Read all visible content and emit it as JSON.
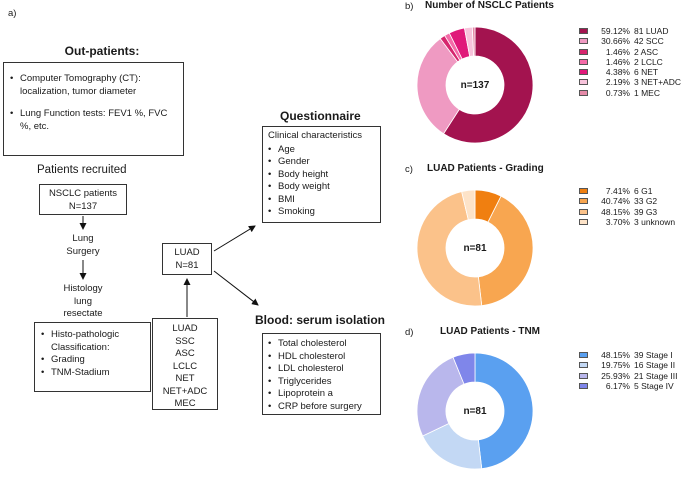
{
  "panel_a": {
    "letter": "a)",
    "outpatients_title": "Out-patients:",
    "outpatients_items": [
      "Computer Tomography (CT): localization, tumor diameter",
      "Lung Function tests: FEV1 %, FVC %, etc."
    ],
    "patients_recruited": "Patients recruited",
    "nsclc_box": [
      "NSCLC patients",
      "N=137"
    ],
    "lung_surgery": [
      "Lung",
      "Surgery"
    ],
    "histology": [
      "Histology",
      "lung",
      "resectate"
    ],
    "histo_items": [
      "Histo-pathologic Classification:",
      "Grading",
      "TNM-Stadium"
    ],
    "subtypes": [
      "LUAD",
      "SSC",
      "ASC",
      "LCLC",
      "NET",
      "NET+ADC",
      "MEC"
    ],
    "luad_box": [
      "LUAD",
      "N=81"
    ],
    "questionnaire_title": "Questionnaire",
    "questionnaire_header": "Clinical characteristics",
    "questionnaire_items": [
      "Age",
      "Gender",
      "Body height",
      "Body weight",
      "BMI",
      "Smoking"
    ],
    "blood_title": "Blood: serum isolation",
    "blood_items": [
      "Total cholesterol",
      "HDL cholesterol",
      "LDL cholesterol",
      "Triglycerides",
      "Lipoprotein a",
      "CRP before surgery"
    ]
  },
  "chart_data": [
    {
      "type": "pie",
      "letter": "b)",
      "title": "Number of NSCLC Patients",
      "center_label": "n=137",
      "slices": [
        {
          "pct": "59.12%",
          "label": "81 LUAD",
          "value": 59.12,
          "color": "#a3134f"
        },
        {
          "pct": "30.66%",
          "label": "42 SCC",
          "value": 30.66,
          "color": "#ef9ac2"
        },
        {
          "pct": "1.46%",
          "label": "2 ASC",
          "value": 1.46,
          "color": "#d6266e"
        },
        {
          "pct": "1.46%",
          "label": "2 LCLC",
          "value": 1.46,
          "color": "#f46ba8"
        },
        {
          "pct": "4.38%",
          "label": "6 NET",
          "value": 4.38,
          "color": "#e0197a"
        },
        {
          "pct": "2.19%",
          "label": "3 NET+ADC",
          "value": 2.19,
          "color": "#f7c3db"
        },
        {
          "pct": "0.73%",
          "label": "1 MEC",
          "value": 0.73,
          "color": "#e58aa8"
        }
      ]
    },
    {
      "type": "pie",
      "letter": "c)",
      "title": "LUAD Patients - Grading",
      "center_label": "n=81",
      "slices": [
        {
          "pct": "7.41%",
          "label": "6 G1",
          "value": 7.41,
          "color": "#f07f10"
        },
        {
          "pct": "40.74%",
          "label": "33 G2",
          "value": 40.74,
          "color": "#f8a650"
        },
        {
          "pct": "48.15%",
          "label": "39 G3",
          "value": 48.15,
          "color": "#fbc28a"
        },
        {
          "pct": "3.70%",
          "label": "3 unknown",
          "value": 3.7,
          "color": "#fde3c8"
        }
      ]
    },
    {
      "type": "pie",
      "letter": "d)",
      "title": "LUAD Patients - TNM",
      "center_label": "n=81",
      "slices": [
        {
          "pct": "48.15%",
          "label": "39 Stage I",
          "value": 48.15,
          "color": "#5aa0f0"
        },
        {
          "pct": "19.75%",
          "label": "16 Stage II",
          "value": 19.75,
          "color": "#c3d8f4"
        },
        {
          "pct": "25.93%",
          "label": "21 Stage III",
          "value": 25.93,
          "color": "#b9b7ec"
        },
        {
          "pct": "6.17%",
          "label": "5 Stage IV",
          "value": 6.17,
          "color": "#7f86ea"
        }
      ]
    }
  ]
}
